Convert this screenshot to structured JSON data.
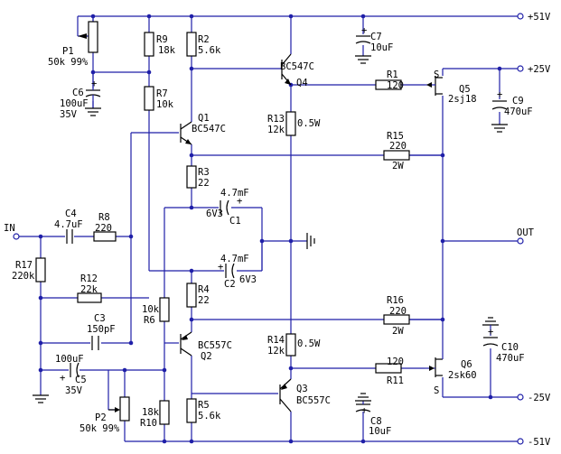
{
  "rails": {
    "p51": "+51V",
    "p25": "+25V",
    "m25": "-25V",
    "m51": "-51V",
    "out": "OUT",
    "in": "IN"
  },
  "components": {
    "P1": {
      "ref": "P1",
      "value": "50k 99%"
    },
    "C6": {
      "ref": "C6",
      "value": "100uF",
      "voltage": "35V"
    },
    "R9": {
      "ref": "R9",
      "value": "18k"
    },
    "R7": {
      "ref": "R7",
      "value": "10k"
    },
    "R2": {
      "ref": "R2",
      "value": "5.6k"
    },
    "Q1": {
      "ref": "Q1",
      "value": "BC547C"
    },
    "R3": {
      "ref": "R3",
      "value": "22"
    },
    "C1": {
      "ref": "C1",
      "value": "4.7mF",
      "voltage": "6V3"
    },
    "C2": {
      "ref": "C2",
      "value": "4.7mF",
      "voltage": "6V3"
    },
    "R4": {
      "ref": "R4",
      "value": "22"
    },
    "Q2": {
      "ref": "Q2",
      "value": "BC557C"
    },
    "R6": {
      "ref": "R6",
      "value": "10k"
    },
    "R10": {
      "ref": "R10",
      "value": "18k"
    },
    "R5": {
      "ref": "R5",
      "value": "5.6k"
    },
    "P2": {
      "ref": "P2",
      "value": "50k 99%"
    },
    "C5": {
      "ref": "C5",
      "value": "100uF",
      "voltage": "35V"
    },
    "C4": {
      "ref": "C4",
      "value": "4.7uF"
    },
    "R8": {
      "ref": "R8",
      "value": "220"
    },
    "R17": {
      "ref": "R17",
      "value": "220k"
    },
    "R12": {
      "ref": "R12",
      "value": "22k"
    },
    "C3": {
      "ref": "C3",
      "value": "150pF"
    },
    "Q4": {
      "ref": "Q4",
      "value": "BC547C"
    },
    "R13": {
      "ref": "R13",
      "value": "12k",
      "power": "0.5W"
    },
    "R14": {
      "ref": "R14",
      "value": "12k",
      "power": "0.5W"
    },
    "Q3": {
      "ref": "Q3",
      "value": "BC557C"
    },
    "C7": {
      "ref": "C7",
      "value": "10uF"
    },
    "C8": {
      "ref": "C8",
      "value": "10uF"
    },
    "R1": {
      "ref": "R1",
      "value": "120"
    },
    "R11": {
      "ref": "R11",
      "value": "120"
    },
    "R15": {
      "ref": "R15",
      "value": "220",
      "power": "2W"
    },
    "R16": {
      "ref": "R16",
      "value": "220",
      "power": "2W"
    },
    "Q5": {
      "ref": "Q5",
      "value": "2sj18",
      "pin": "S"
    },
    "Q6": {
      "ref": "Q6",
      "value": "2sk60",
      "pin": "S"
    },
    "C9": {
      "ref": "C9",
      "value": "470uF"
    },
    "C10": {
      "ref": "C10",
      "value": "470uF"
    }
  },
  "marks": {
    "plus": "+"
  }
}
